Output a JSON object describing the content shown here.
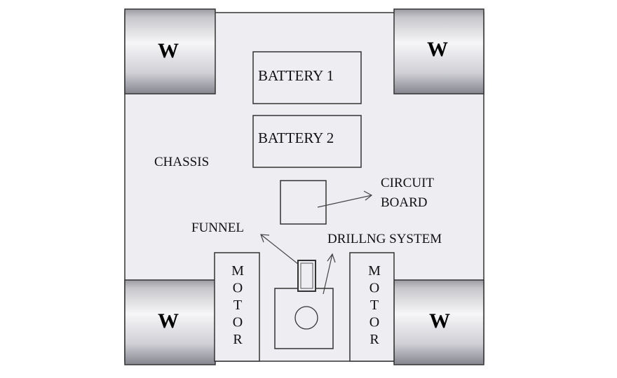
{
  "diagram": {
    "wheel_label": "W",
    "chassis_label": "CHASSIS",
    "battery1_label": "BATTERY 1",
    "battery2_label": "BATTERY 2",
    "circuit_label_line1": "CIRCUIT",
    "circuit_label_line2": "BOARD",
    "funnel_label": "FUNNEL",
    "drilling_label": "DRILLNG SYSTEM",
    "motor_letters": [
      "M",
      "O",
      "T",
      "O",
      "R"
    ]
  },
  "colors": {
    "chassis_fill": "#ededf2",
    "stroke": "#333333",
    "wheel_light": "#f4f4f6",
    "wheel_dark": "#8a8a94"
  }
}
